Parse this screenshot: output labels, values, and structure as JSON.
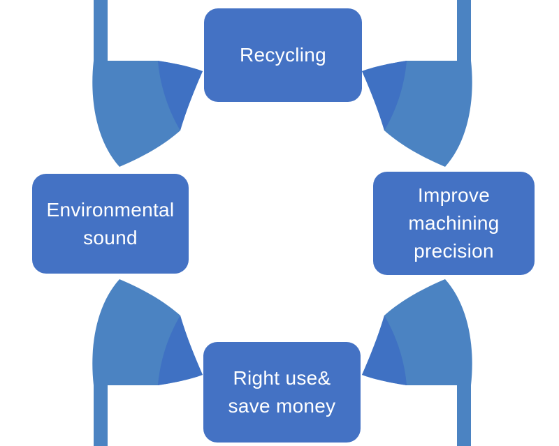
{
  "diagram": {
    "nodes": [
      {
        "id": "recycling",
        "position": "top",
        "label": "Recycling"
      },
      {
        "id": "improve-machining-precision",
        "position": "right",
        "label": "Improve\nmachining\nprecision"
      },
      {
        "id": "right-use-save-money",
        "position": "bottom",
        "label": "Right use&\nsave money"
      },
      {
        "id": "environmental-sound",
        "position": "left",
        "label": "Environmental\nsound"
      }
    ],
    "arrows": [
      {
        "id": "top-left",
        "points_to": "Environmental sound"
      },
      {
        "id": "top-right",
        "points_to": "Improve machining precision"
      },
      {
        "id": "bottom-left",
        "points_to": "Environmental sound"
      },
      {
        "id": "bottom-right",
        "points_to": "Improve machining precision"
      }
    ]
  },
  "colors": {
    "background": "#ffffff",
    "node_fill": "#4472c4",
    "node_text": "#ffffff",
    "arrow_body": "#4b83c2",
    "arrow_shade": "#3f71c3"
  }
}
